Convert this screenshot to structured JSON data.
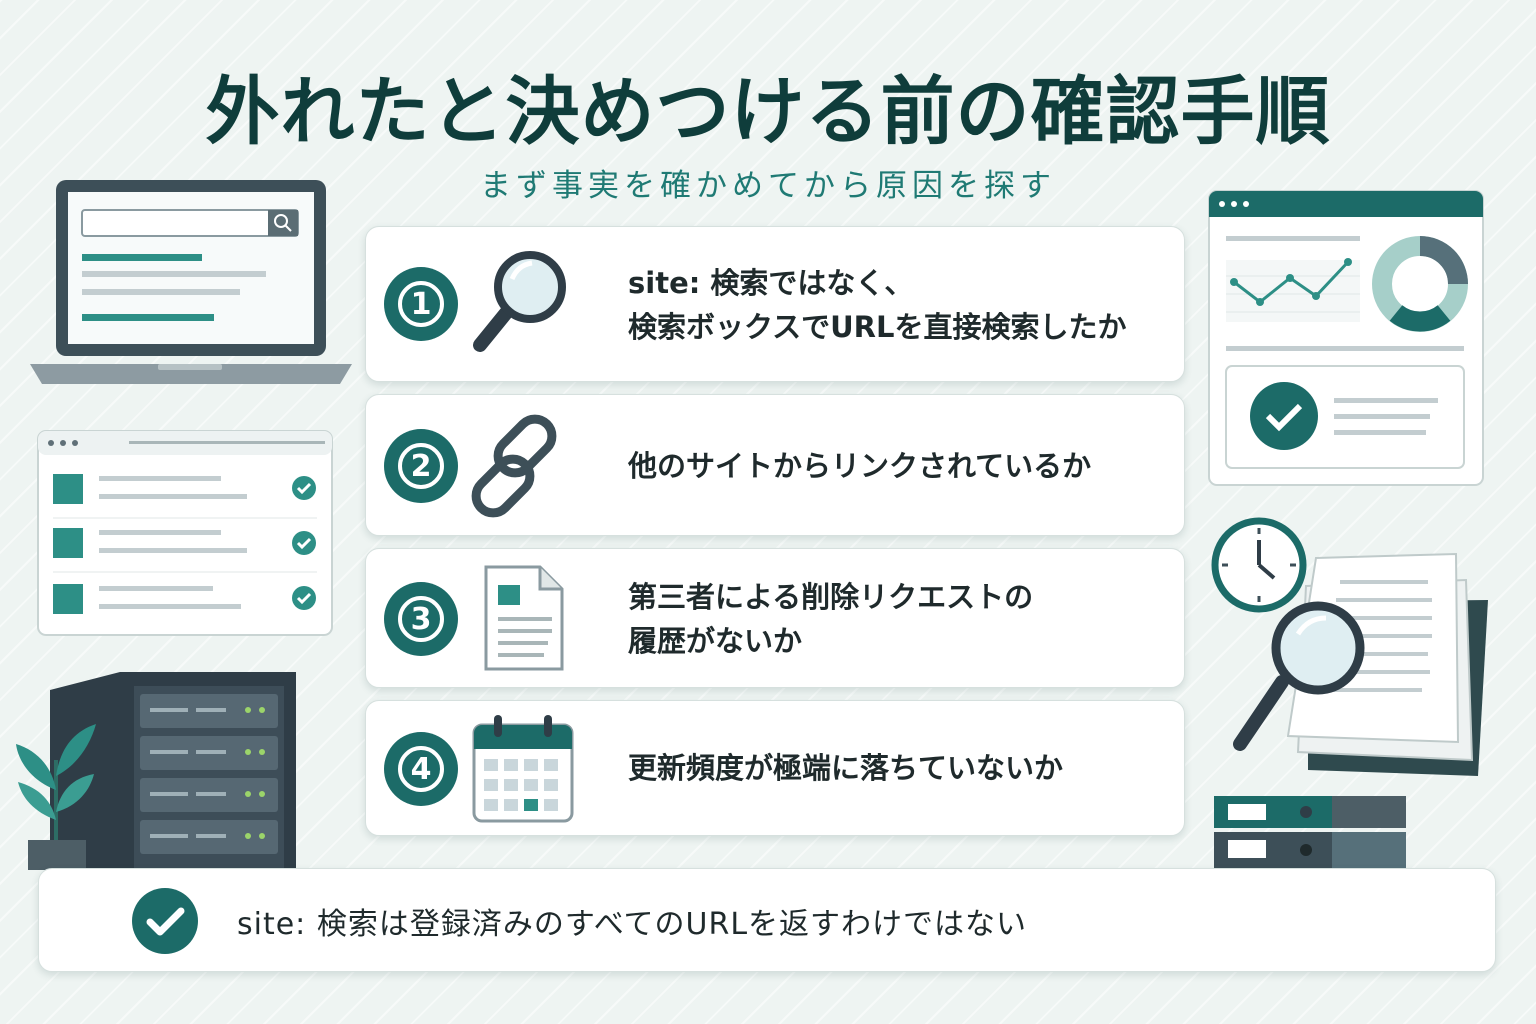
{
  "header": {
    "title": "外れたと決めつける前の確認手順",
    "subtitle": "まず事実を確かめてから原因を探す"
  },
  "steps": [
    {
      "number": "1",
      "icon": "magnifier-icon",
      "lines": [
        "site: 検索ではなく、",
        "検索ボックスでURLを直接検索したか"
      ]
    },
    {
      "number": "2",
      "icon": "link-chain-icon",
      "lines": [
        "他のサイトからリンクされているか"
      ]
    },
    {
      "number": "3",
      "icon": "document-icon",
      "lines": [
        "第三者による削除リクエストの",
        "履歴がないか"
      ]
    },
    {
      "number": "4",
      "icon": "calendar-icon",
      "lines": [
        "更新頻度が極端に落ちていないか"
      ]
    }
  ],
  "note": {
    "icon": "check-circle-icon",
    "text": "site: 検索は登録済みのすべてのURLを返すわけではない"
  },
  "colors": {
    "primary": "#1c6b68",
    "accent": "#2d8f86",
    "title": "#0f3d3b",
    "background": "#eef4f2"
  },
  "decorations": [
    "laptop-search-illustration",
    "checklist-window-illustration",
    "server-rack-illustration",
    "plant-illustration",
    "analytics-dashboard-illustration",
    "clock-icon",
    "documents-magnifier-illustration",
    "binders-illustration"
  ]
}
